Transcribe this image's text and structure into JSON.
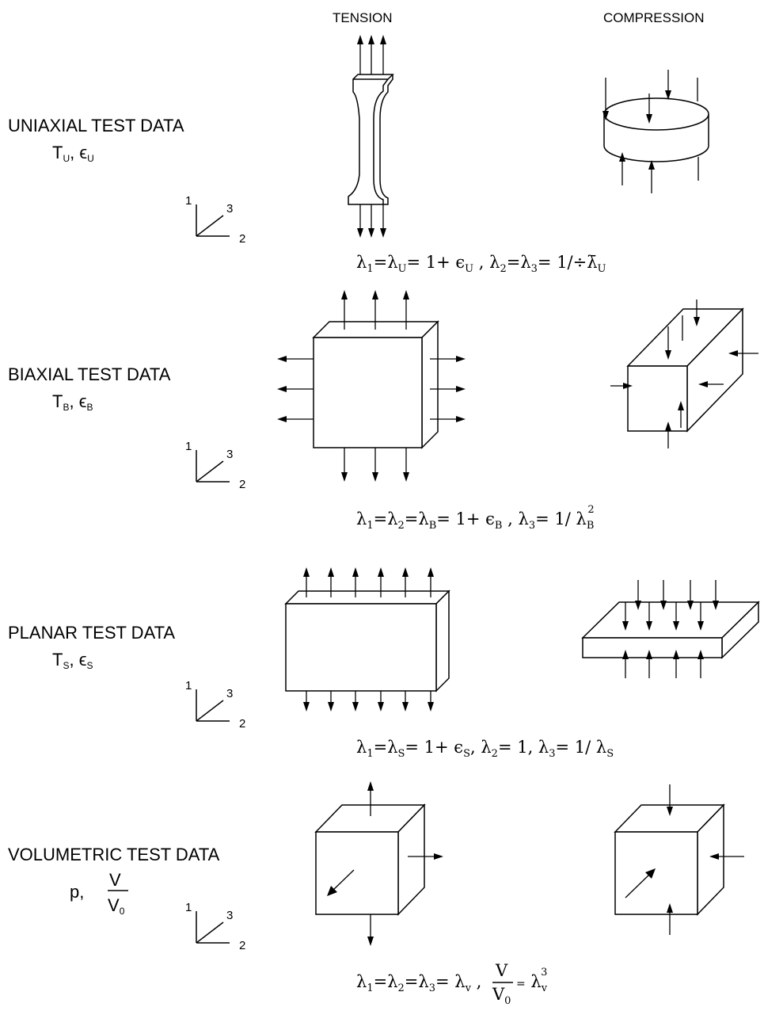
{
  "headers": {
    "tension": "TENSION",
    "compression": "COMPRESSION"
  },
  "axes_triad": {
    "top": "1",
    "diag": "3",
    "right": "2"
  },
  "rows": [
    {
      "title": "UNIAXIAL TEST DATA",
      "var1": "T",
      "var1_sub": "U",
      "var2": "ϵ",
      "var2_sub": "U",
      "equation": "λ1=λU= 1+ ϵU , λ2=λ3= 1/÷λU"
    },
    {
      "title": "BIAXIAL TEST DATA",
      "var1": "T",
      "var1_sub": "B",
      "var2": "ϵ",
      "var2_sub": "B",
      "equation": "λ1=λ2=λB= 1+ ϵB , λ3= 1/ λB2"
    },
    {
      "title": "PLANAR TEST DATA",
      "var1": "T",
      "var1_sub": "S",
      "var2": "ϵ",
      "var2_sub": "S",
      "equation": "λ1=λS= 1+ ϵS , λ2= 1, λ3= 1/ λS"
    },
    {
      "title": "VOLUMETRIC  TEST DATA",
      "var1": "p,",
      "frac_num": "V",
      "frac_den": "V",
      "frac_den_sub": "0",
      "equation": "λ1=λ2=λ3= λv , V/V0 = λv3"
    }
  ]
}
